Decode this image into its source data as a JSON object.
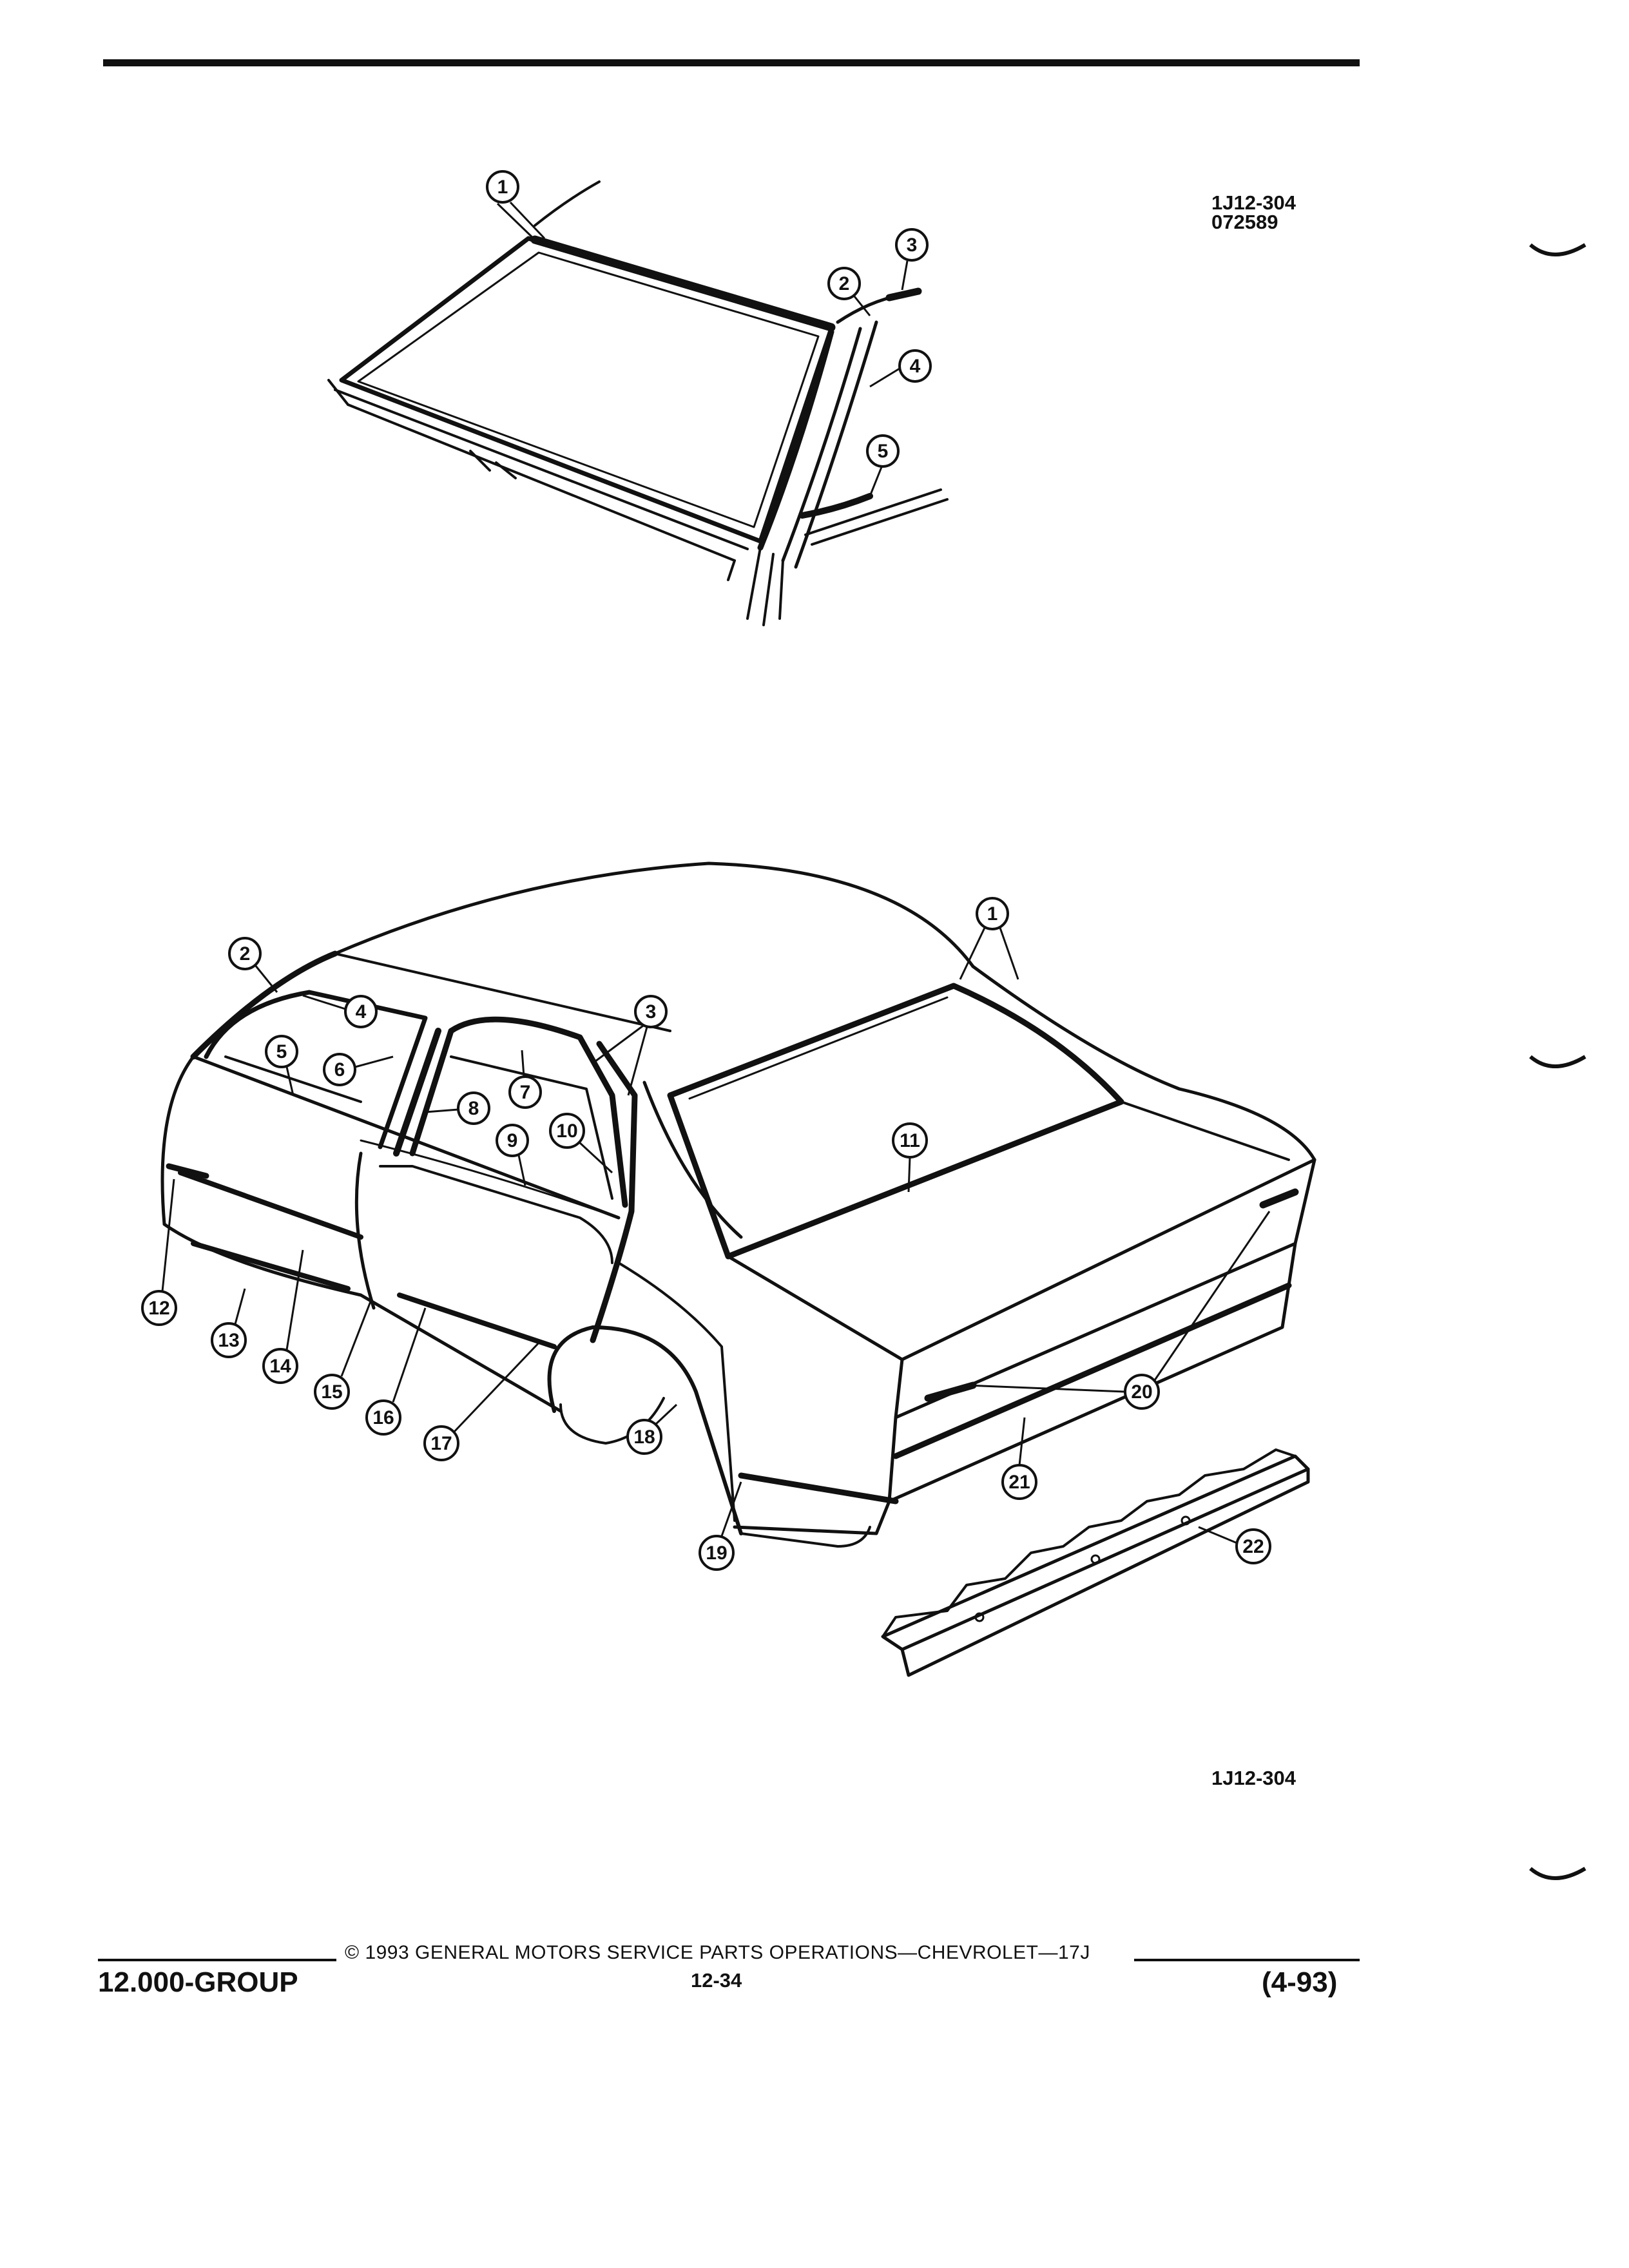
{
  "top_figure": {
    "figure_code": "1J12-304",
    "date_code": "072589",
    "callouts": [
      "1",
      "2",
      "3",
      "4",
      "5"
    ]
  },
  "bottom_figure": {
    "figure_code": "1J12-304",
    "callouts": [
      "1",
      "2",
      "3",
      "4",
      "5",
      "6",
      "7",
      "8",
      "9",
      "10",
      "11",
      "12",
      "13",
      "14",
      "15",
      "16",
      "17",
      "18",
      "19",
      "20",
      "21",
      "22"
    ]
  },
  "footer": {
    "group": "12.000-GROUP",
    "copyright": "© 1993 GENERAL MOTORS SERVICE PARTS OPERATIONS—CHEVROLET—17J",
    "page_number": "12-34",
    "revision": "(4-93)"
  },
  "colors": {
    "ink": "#111111",
    "paper": "#ffffff"
  }
}
